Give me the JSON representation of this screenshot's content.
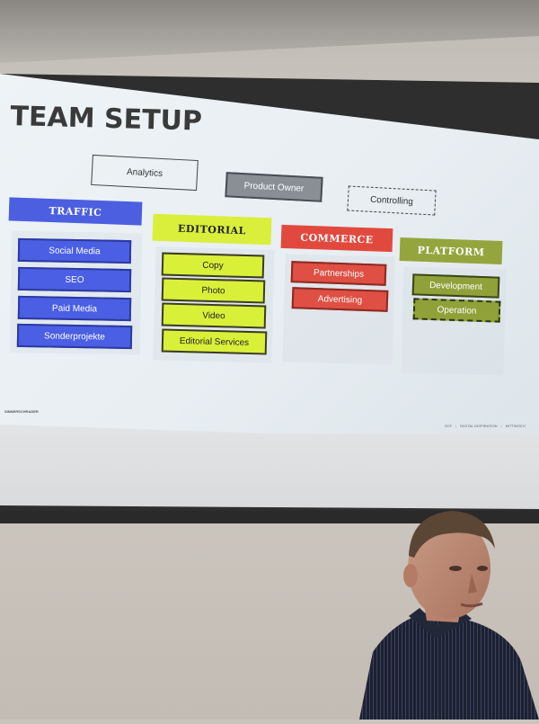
{
  "slide": {
    "title": "TEAM SETUP",
    "top_row": {
      "analytics": "Analytics",
      "product_owner": "Product Owner",
      "controlling": "Controlling"
    },
    "columns": [
      {
        "header": "TRAFFIC",
        "color": "#4c5fe0",
        "items": [
          "Social Media",
          "SEO",
          "Paid Media",
          "Sonderprojekte"
        ]
      },
      {
        "header": "EDITORIAL",
        "color": "#d9ef3c",
        "items": [
          "Copy",
          "Photo",
          "Video",
          "Editorial Services"
        ]
      },
      {
        "header": "COMMERCE",
        "color": "#e2493e",
        "items": [
          "Partnerships",
          "Advertising"
        ]
      },
      {
        "header": "PLATFORM",
        "color": "#95a53d",
        "items": [
          "Development",
          "Operation"
        ]
      }
    ],
    "footer_left": "SINNERSCHRADER",
    "footer_right": [
      "SCF",
      "DIGITAL INSPIRATION",
      "MITTWOCH"
    ]
  }
}
